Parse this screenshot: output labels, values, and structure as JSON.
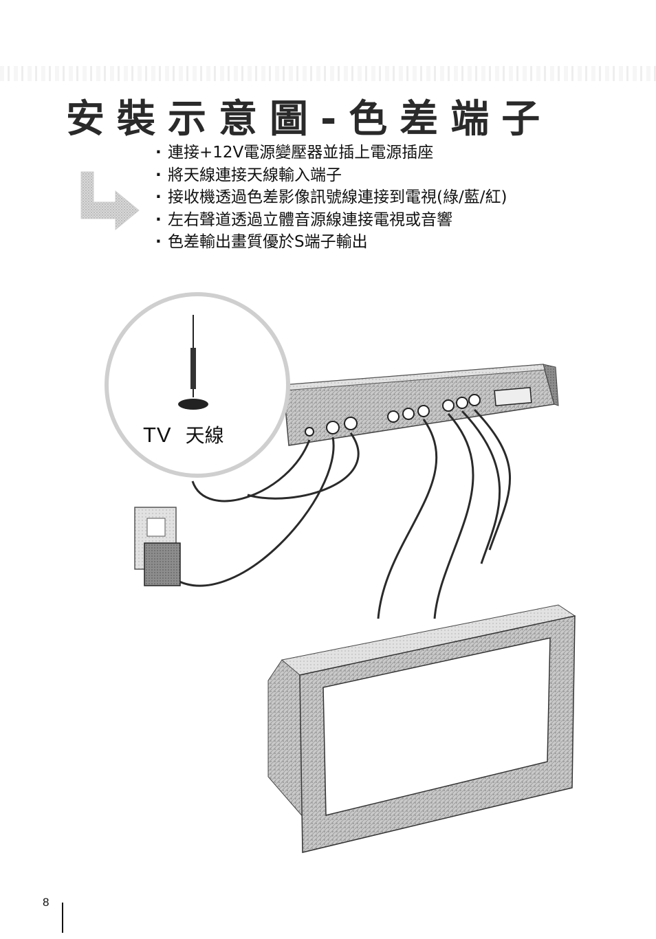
{
  "title": "安裝示意圖-色差端子",
  "bullets": [
    "連接+12V電源變壓器並插上電源插座",
    "將天線連接天線輸入端子",
    "接收機透過色差影像訊號線連接到電視(綠/藍/紅)",
    "左右聲道透過立體音源線連接電視或音響",
    "色差輸出畫質優於S端子輸出"
  ],
  "bullet_marker": "·",
  "antenna_label": {
    "tv": "TV",
    "antenna": "天線"
  },
  "page_number": "8"
}
